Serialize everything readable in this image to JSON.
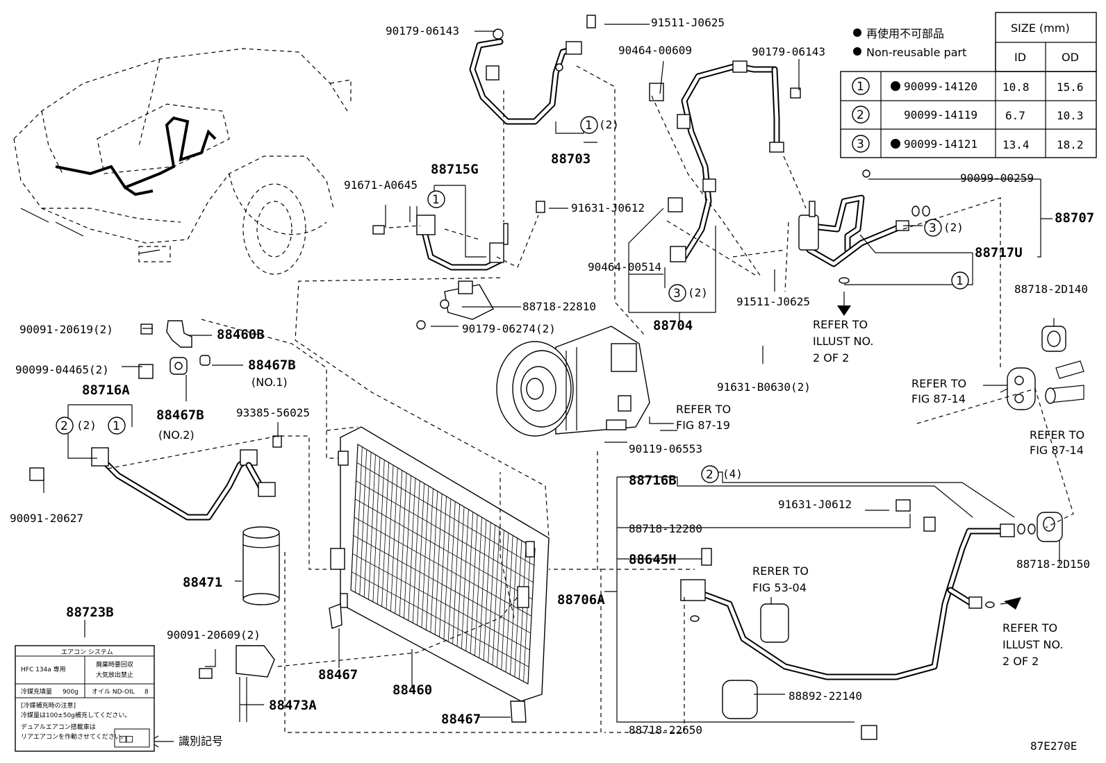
{
  "diagram_code": "87E270E",
  "legend": {
    "jp": "再使用不可部品",
    "en": "Non-reusable part",
    "size_header": "SIZE (mm)",
    "id_header": "ID",
    "od_header": "OD",
    "rows": [
      {
        "no": "1",
        "reusable_mark": true,
        "part": "90099-14120",
        "id": "10.8",
        "od": "15.6"
      },
      {
        "no": "2",
        "reusable_mark": false,
        "part": "90099-14119",
        "id": "6.7",
        "od": "10.3"
      },
      {
        "no": "3",
        "reusable_mark": true,
        "part": "90099-14121",
        "id": "13.4",
        "od": "18.2"
      }
    ]
  },
  "labels": {
    "l_90179_06143_a": "90179-06143",
    "l_91511_j0625_a": "91511-J0625",
    "l_90464_00609": "90464-00609",
    "l_90179_06143_b": "90179-06143",
    "l_c1_2_top": "1",
    "l_c1_2_top_qty": "(2)",
    "l_88703": "88703",
    "l_88715g": "88715G",
    "l_c1_88715g": "1",
    "l_91671_a0645": "91671-A0645",
    "l_91631_j0612_a": "91631-J0612",
    "l_90099_00259": "90099-00259",
    "l_88707": "88707",
    "l_c3_qty_right": "(2)",
    "l_c3_right": "3",
    "l_88717u": "88717U",
    "l_c1_right": "1",
    "l_90464_00514": "90464-00514",
    "l_c3_mid": "3",
    "l_c3_mid_qty": "(2)",
    "l_88704": "88704",
    "l_91511_j0625_b": "91511-J0625",
    "l_refer_illust_1": "REFER TO",
    "l_refer_illust_2": "ILLUST NO.",
    "l_refer_illust_3": "2 OF 2",
    "l_88718_2d140": "88718-2D140",
    "l_88718_22810": "88718-22810",
    "l_90179_06274": "90179-06274(2)",
    "l_90091_20619": "90091-20619(2)",
    "l_88460b": "88460B",
    "l_90099_04465": "90099-04465(2)",
    "l_88467b_no1": "88467B",
    "l_no1": "(NO.1)",
    "l_88716a": "88716A",
    "l_c2_88716a": "2",
    "l_c2_88716a_qty": "(2)",
    "l_c1_88716a": "1",
    "l_88467b_no2": "88467B",
    "l_no2": "(NO.2)",
    "l_93385_56025": "93385-56025",
    "l_90091_20627": "90091-20627",
    "l_91631_b0630": "91631-B0630(2)",
    "l_refer_87_19_1": "REFER TO",
    "l_refer_87_19_2": "FIG 87-19",
    "l_refer_87_14a_1": "REFER TO",
    "l_refer_87_14a_2": "FIG 87-14",
    "l_refer_87_14b_1": "REFER TO",
    "l_refer_87_14b_2": "FIG 87-14",
    "l_90119_06553": "90119-06553",
    "l_88716b": "88716B",
    "l_c2_88716b": "2",
    "l_c2_88716b_qty": "(4)",
    "l_91631_j0612_b": "91631-J0612",
    "l_88718_12280": "88718-12280",
    "l_88645h": "88645H",
    "l_rerer_1": "RERER TO",
    "l_rerer_2": "FIG 53-04",
    "l_88706a": "88706A",
    "l_88718_2d150": "88718-2D150",
    "l_refer_illust_b1": "REFER TO",
    "l_refer_illust_b2": "ILLUST NO.",
    "l_refer_illust_b3": "2 OF 2",
    "l_88892_22140": "88892-22140",
    "l_88718_22650": "88718-22650",
    "l_88471": "88471",
    "l_88723b": "88723B",
    "l_90091_20609": "90091-20609(2)",
    "l_88467_a": "88467",
    "l_88460": "88460",
    "l_88473a": "88473A",
    "l_88467_b": "88467",
    "l_shikibetsu": "識別記号"
  },
  "label_plate": {
    "title": "エアコン システム",
    "r1c1": "HFC 134a  専用",
    "r1c2a": "廃棄時要回収",
    "r1c2b": "大気放出禁止",
    "r2c1": "冷媒充填量",
    "r2c1v": "900g",
    "r2c2": "オイル ND-OIL",
    "r2c2v": "8",
    "r3": "[冷媒補充時の注意]",
    "r4": "冷媒量は100±50g補充してください。",
    "r5": "デュアルエアコン搭載車は",
    "r6": "リアエアコンを作動させてください。",
    "mark": "□□"
  }
}
